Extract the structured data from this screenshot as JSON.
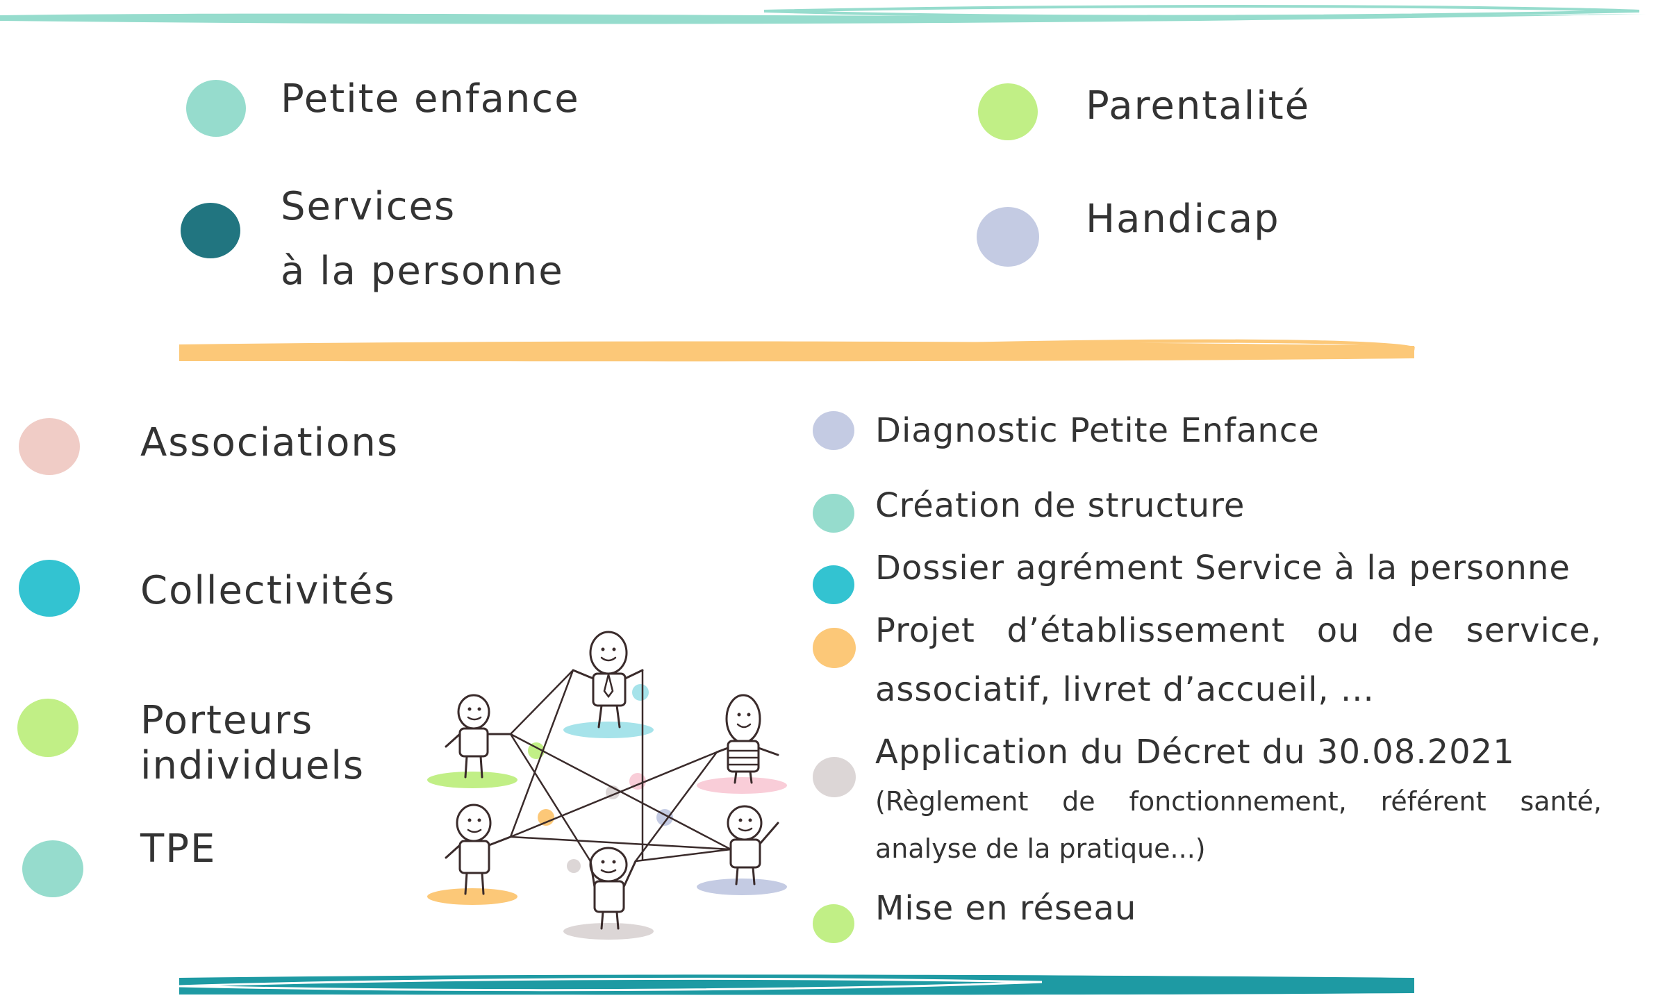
{
  "colors": {
    "mint": "#96dccd",
    "teal_dark": "#217580",
    "lime": "#c1ef86",
    "lavender": "#c4cbe3",
    "pink": "#f0ccc6",
    "cyan": "#33c3d1",
    "orange": "#fcc878",
    "grey": "#dcd6d6",
    "divider_top": "#96dccd",
    "divider_mid": "#fcc878",
    "divider_bottom": "#1e9aa3"
  },
  "domains": {
    "petite_enfance": "Petite enfance",
    "services_line1": "Services",
    "services_line2": "à la personne",
    "parentalite": "Parentalité",
    "handicap": "Handicap"
  },
  "publics": {
    "associations": "Associations",
    "collectivites": "Collectivités",
    "porteurs_line1": "Porteurs",
    "porteurs_line2": "individuels",
    "tpe": "TPE"
  },
  "services": {
    "diagnostic": "Diagnostic Petite Enfance",
    "creation": "Création de structure",
    "dossier": "Dossier agrément Service à la personne",
    "projet_line1": "Projet d’établissement ou de service,",
    "projet_line2": "associatif, livret d’accueil, ...",
    "application_line1": "Application du Décret du 30.08.2021",
    "application_line2": "(Règlement de fonctionnement, référent santé,",
    "application_line3": "analyse de la pratique...)",
    "reseau": "Mise en réseau"
  },
  "illustration": {
    "icon": "people-network-illustration"
  }
}
